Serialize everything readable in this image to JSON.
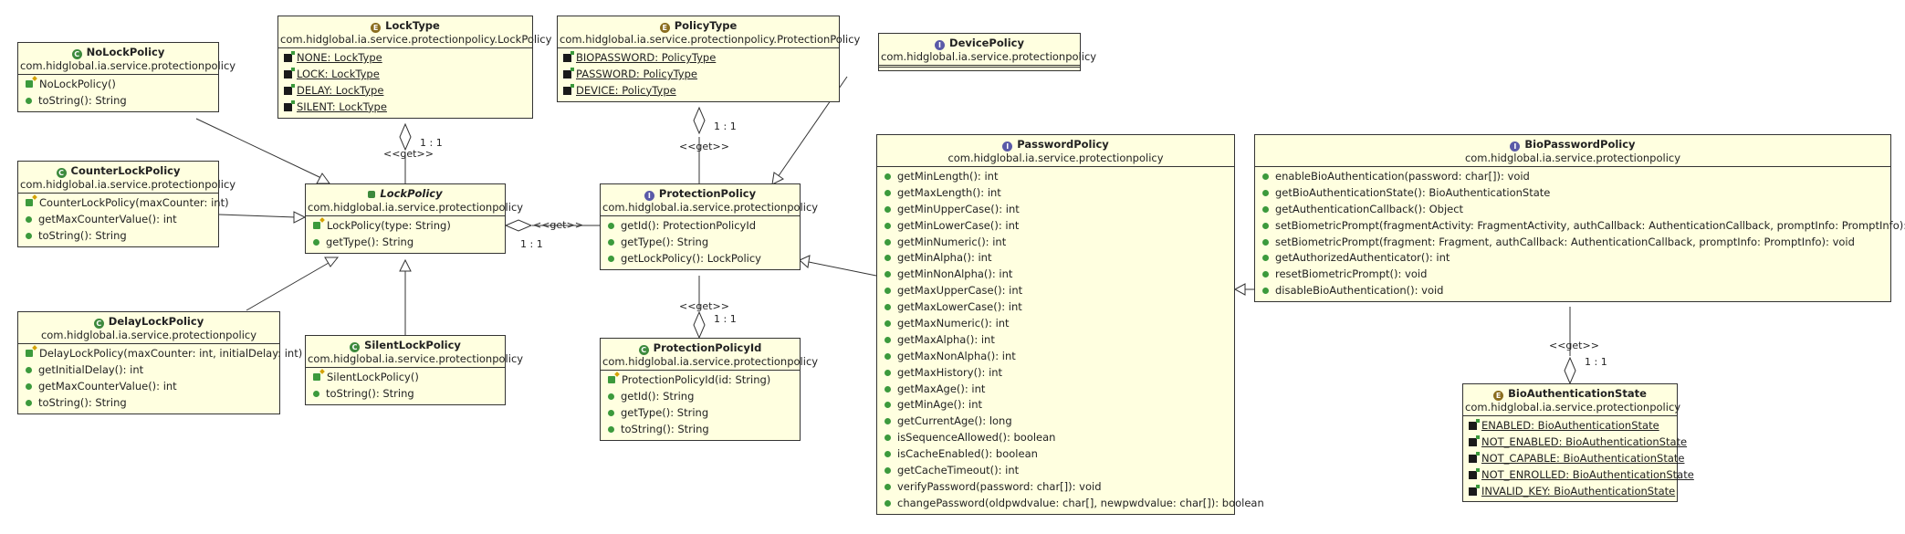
{
  "diagram": {
    "classes": [
      {
        "id": "nolock",
        "kind": "class",
        "name": "NoLockPolicy",
        "package": "com.hidglobal.ia.service.protectionpolicy",
        "members": [
          {
            "icon": "ctor",
            "text": "NoLockPolicy()"
          },
          {
            "icon": "method",
            "text": "toString(): String"
          }
        ]
      },
      {
        "id": "counterlock",
        "kind": "class",
        "name": "CounterLockPolicy",
        "package": "com.hidglobal.ia.service.protectionpolicy",
        "members": [
          {
            "icon": "ctor",
            "text": "CounterLockPolicy(maxCounter: int)"
          },
          {
            "icon": "method",
            "text": "getMaxCounterValue(): int"
          },
          {
            "icon": "method",
            "text": "toString(): String"
          }
        ]
      },
      {
        "id": "delaylock",
        "kind": "class",
        "name": "DelayLockPolicy",
        "package": "com.hidglobal.ia.service.protectionpolicy",
        "members": [
          {
            "icon": "ctor",
            "text": "DelayLockPolicy(maxCounter: int, initialDelay: int)"
          },
          {
            "icon": "method",
            "text": "getInitialDelay(): int"
          },
          {
            "icon": "method",
            "text": "getMaxCounterValue(): int"
          },
          {
            "icon": "method",
            "text": "toString(): String"
          }
        ]
      },
      {
        "id": "locktype",
        "kind": "enum",
        "name": "LockType",
        "package": "com.hidglobal.ia.service.protectionpolicy.LockPolicy",
        "members": [
          {
            "icon": "field",
            "text": "NONE: LockType"
          },
          {
            "icon": "field",
            "text": "LOCK: LockType"
          },
          {
            "icon": "field",
            "text": "DELAY: LockType"
          },
          {
            "icon": "field",
            "text": "SILENT: LockType"
          }
        ]
      },
      {
        "id": "lockpolicy",
        "kind": "abstract",
        "name": "LockPolicy",
        "package": "com.hidglobal.ia.service.protectionpolicy",
        "members": [
          {
            "icon": "ctor",
            "text": "LockPolicy(type: String)"
          },
          {
            "icon": "method",
            "text": "getType(): String"
          }
        ]
      },
      {
        "id": "silentlock",
        "kind": "class",
        "name": "SilentLockPolicy",
        "package": "com.hidglobal.ia.service.protectionpolicy",
        "members": [
          {
            "icon": "ctor",
            "text": "SilentLockPolicy()"
          },
          {
            "icon": "method",
            "text": "toString(): String"
          }
        ]
      },
      {
        "id": "policytype",
        "kind": "enum",
        "name": "PolicyType",
        "package": "com.hidglobal.ia.service.protectionpolicy.ProtectionPolicy",
        "members": [
          {
            "icon": "field",
            "text": "BIOPASSWORD: PolicyType"
          },
          {
            "icon": "field",
            "text": "PASSWORD: PolicyType"
          },
          {
            "icon": "field",
            "text": "DEVICE: PolicyType"
          }
        ]
      },
      {
        "id": "protectionpolicy",
        "kind": "interface",
        "name": "ProtectionPolicy",
        "package": "com.hidglobal.ia.service.protectionpolicy",
        "members": [
          {
            "icon": "method",
            "text": "getId(): ProtectionPolicyId"
          },
          {
            "icon": "method",
            "text": "getType(): String"
          },
          {
            "icon": "method",
            "text": "getLockPolicy(): LockPolicy"
          }
        ]
      },
      {
        "id": "protectionpolicyid",
        "kind": "class",
        "name": "ProtectionPolicyId",
        "package": "com.hidglobal.ia.service.protectionpolicy",
        "members": [
          {
            "icon": "ctor",
            "text": "ProtectionPolicyId(id: String)"
          },
          {
            "icon": "method",
            "text": "getId(): String"
          },
          {
            "icon": "method",
            "text": "getType(): String"
          },
          {
            "icon": "method",
            "text": "toString(): String"
          }
        ]
      },
      {
        "id": "devicepolicy",
        "kind": "interface",
        "name": "DevicePolicy",
        "package": "com.hidglobal.ia.service.protectionpolicy",
        "members": []
      },
      {
        "id": "passwordpolicy",
        "kind": "interface",
        "name": "PasswordPolicy",
        "package": "com.hidglobal.ia.service.protectionpolicy",
        "members": [
          {
            "icon": "method",
            "text": "getMinLength(): int"
          },
          {
            "icon": "method",
            "text": "getMaxLength(): int"
          },
          {
            "icon": "method",
            "text": "getMinUpperCase(): int"
          },
          {
            "icon": "method",
            "text": "getMinLowerCase(): int"
          },
          {
            "icon": "method",
            "text": "getMinNumeric(): int"
          },
          {
            "icon": "method",
            "text": "getMinAlpha(): int"
          },
          {
            "icon": "method",
            "text": "getMinNonAlpha(): int"
          },
          {
            "icon": "method",
            "text": "getMaxUpperCase(): int"
          },
          {
            "icon": "method",
            "text": "getMaxLowerCase(): int"
          },
          {
            "icon": "method",
            "text": "getMaxNumeric(): int"
          },
          {
            "icon": "method",
            "text": "getMaxAlpha(): int"
          },
          {
            "icon": "method",
            "text": "getMaxNonAlpha(): int"
          },
          {
            "icon": "method",
            "text": "getMaxHistory(): int"
          },
          {
            "icon": "method",
            "text": "getMaxAge(): int"
          },
          {
            "icon": "method",
            "text": "getMinAge(): int"
          },
          {
            "icon": "method",
            "text": "getCurrentAge(): long"
          },
          {
            "icon": "method",
            "text": "isSequenceAllowed(): boolean"
          },
          {
            "icon": "method",
            "text": "isCacheEnabled(): boolean"
          },
          {
            "icon": "method",
            "text": "getCacheTimeout(): int"
          },
          {
            "icon": "method",
            "text": "verifyPassword(password: char[]): void"
          },
          {
            "icon": "method",
            "text": "changePassword(oldpwdvalue: char[], newpwdvalue: char[]): boolean"
          }
        ]
      },
      {
        "id": "biopasswordpolicy",
        "kind": "interface",
        "name": "BioPasswordPolicy",
        "package": "com.hidglobal.ia.service.protectionpolicy",
        "members": [
          {
            "icon": "method",
            "text": "enableBioAuthentication(password: char[]): void"
          },
          {
            "icon": "method",
            "text": "getBioAuthenticationState(): BioAuthenticationState"
          },
          {
            "icon": "method",
            "text": "getAuthenticationCallback(): Object"
          },
          {
            "icon": "method",
            "text": "setBiometricPrompt(fragmentActivity: FragmentActivity, authCallback: AuthenticationCallback, promptInfo: PromptInfo): void"
          },
          {
            "icon": "method",
            "text": "setBiometricPrompt(fragment: Fragment, authCallback: AuthenticationCallback, promptInfo: PromptInfo): void"
          },
          {
            "icon": "method",
            "text": "getAuthorizedAuthenticator(): int"
          },
          {
            "icon": "method",
            "text": "resetBiometricPrompt(): void"
          },
          {
            "icon": "method",
            "text": "disableBioAuthentication(): void"
          }
        ]
      },
      {
        "id": "bioauthstate",
        "kind": "enum",
        "name": "BioAuthenticationState",
        "package": "com.hidglobal.ia.service.protectionpolicy",
        "members": [
          {
            "icon": "field",
            "text": "ENABLED: BioAuthenticationState"
          },
          {
            "icon": "field",
            "text": "NOT_ENABLED: BioAuthenticationState"
          },
          {
            "icon": "field",
            "text": "NOT_CAPABLE: BioAuthenticationState"
          },
          {
            "icon": "field",
            "text": "NOT_ENROLLED: BioAuthenticationState"
          },
          {
            "icon": "field",
            "text": "INVALID_KEY: BioAuthenticationState"
          }
        ]
      }
    ],
    "labels": {
      "locktype_mult": "1 : 1",
      "locktype_get": "<<get>>",
      "lockpolicy_get": "<<get>>",
      "lockpolicy_mult": "1 : 1",
      "policytype_mult": "1 : 1",
      "policytype_get": "<<get>>",
      "ppid_get": "<<get>>",
      "ppid_mult": "1 : 1",
      "bio_get": "<<get>>",
      "bio_mult": "1 : 1"
    }
  }
}
